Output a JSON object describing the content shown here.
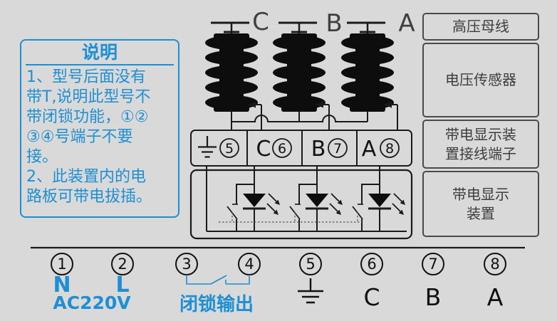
{
  "colors": {
    "background": "#d9d9d9",
    "line": "#1a1a1a",
    "accent_blue": "#1f8fd3",
    "label_gray": "#3f3f3f"
  },
  "note": {
    "title": "说明",
    "lines": [
      "1、型号后面没有",
      "带T,说明此型号不",
      "带闭锁功能，①②",
      "③④号端子不要",
      "接。",
      "2、此装置内的电",
      "路板可带电拔插。"
    ]
  },
  "legend": {
    "rows": [
      {
        "label": "高压母线"
      },
      {
        "label": "电压传感器"
      },
      {
        "label": "带电显示装\n置接线端子"
      },
      {
        "label": "带电显示\n装置"
      }
    ]
  },
  "top_phases": {
    "labels": [
      "C",
      "B",
      "A"
    ]
  },
  "terminal_strip": {
    "cells": [
      {
        "num": "5"
      },
      {
        "letter": "C",
        "num": "6"
      },
      {
        "letter": "B",
        "num": "7"
      },
      {
        "letter": "A",
        "num": "8"
      }
    ]
  },
  "bottom": {
    "numbers": [
      "1",
      "2",
      "3",
      "4",
      "5",
      "6",
      "7",
      "8"
    ],
    "neutral_label": "N",
    "live_label": "L",
    "power_label": "AC220V",
    "interlock_label": "闭锁输出",
    "phase_labels": [
      "C",
      "B",
      "A"
    ]
  }
}
